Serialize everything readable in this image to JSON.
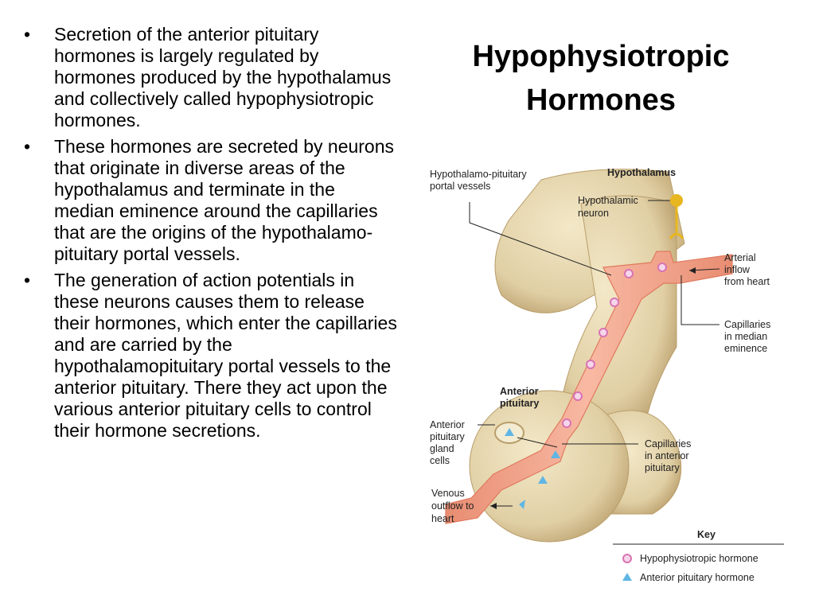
{
  "title": {
    "line1": "Hypophysiotropic",
    "line2": "Hormones"
  },
  "bullets": [
    {
      "marker": "•",
      "text": "Secretion of the anterior pituitary hormones is largely regulated by hormones produced by the hypothalamus and collectively called hypophysiotropic hormones."
    },
    {
      "marker": "•",
      "text": "These hormones are secreted by neurons that originate in diverse areas of the hypothalamus and terminate in the median eminence around the capillaries that are the origins of the hypothalamo-pituitary portal vessels."
    },
    {
      "marker": "•",
      "text": "The generation of action potentials in these neurons causes them to release their hormones, which enter the capillaries and are carried by the hypothalamopituitary portal vessels to the anterior pituitary. There they act upon the various anterior pituitary cells to control their hormone secretions."
    }
  ],
  "figure": {
    "portal_vessels_l1": "Hypothalamo-pituitary",
    "portal_vessels_l2": "portal vessels",
    "hypothalamus": "Hypothalamus",
    "neuron_l1": "Hypothalamic",
    "neuron_l2": "neuron",
    "arterial_l1": "Arterial",
    "arterial_l2": "inflow",
    "arterial_l3": "from heart",
    "cap_median_l1": "Capillaries",
    "cap_median_l2": "in median",
    "cap_median_l3": "eminence",
    "ant_pit_l1": "Anterior",
    "ant_pit_l2": "pituitary",
    "gland_l1": "Anterior",
    "gland_l2": "pituitary",
    "gland_l3": "gland",
    "gland_l4": "cells",
    "cap_ant_l1": "Capillaries",
    "cap_ant_l2": "in anterior",
    "cap_ant_l3": "pituitary",
    "venous_l1": "Venous",
    "venous_l2": "outflow to",
    "venous_l3": "heart",
    "key": "Key",
    "key_hypo": "Hypophysiotropic hormone",
    "key_ant": "Anterior pituitary hormone"
  },
  "colors": {
    "vessel": "#f2a48c",
    "vessel_edge": "#e07a5f",
    "tissue": "#e0cfa4",
    "tissue_dark": "#b99d6a",
    "hormone_pink": "#d873b3",
    "hormone_blue": "#5fb6e4",
    "neuron": "#e8b61e"
  }
}
